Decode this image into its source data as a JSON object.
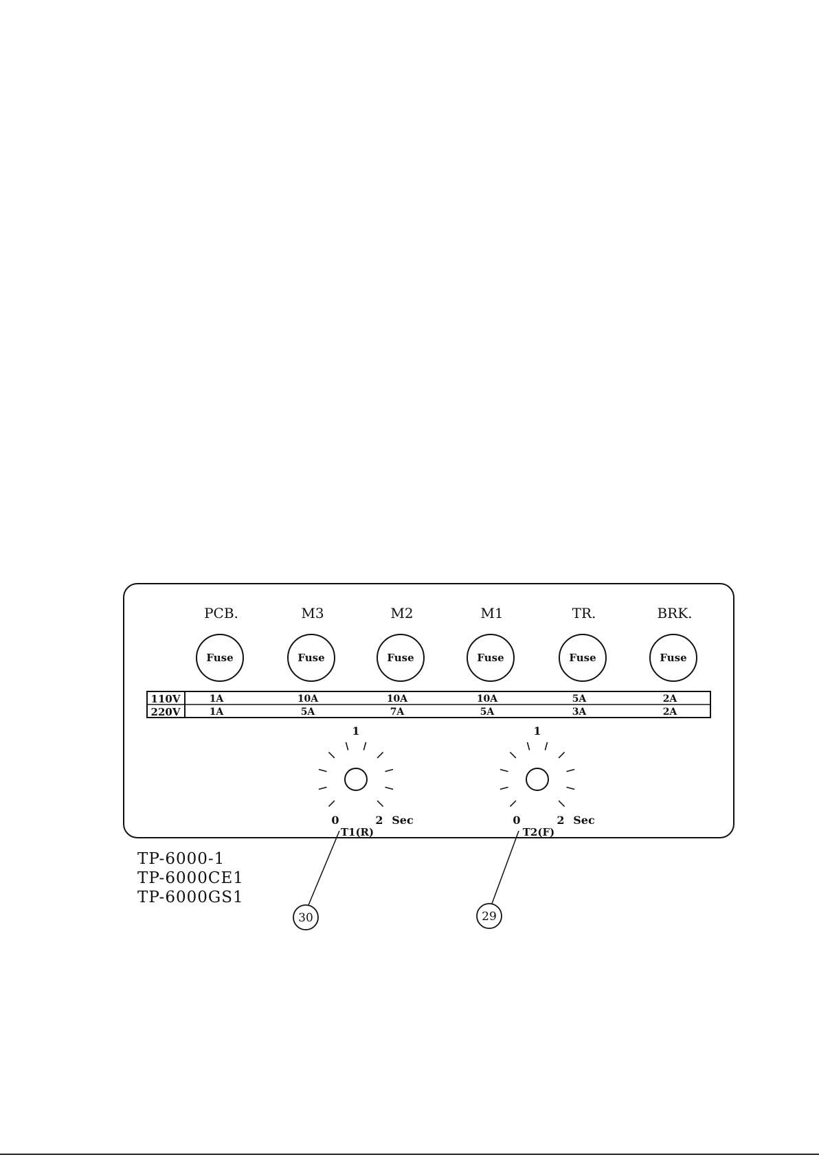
{
  "fuses": [
    {
      "name": "PCB.",
      "label": "Fuse",
      "v110": "1A",
      "v220": "1A"
    },
    {
      "name": "M3",
      "label": "Fuse",
      "v110": "10A",
      "v220": "5A"
    },
    {
      "name": "M2",
      "label": "Fuse",
      "v110": "10A",
      "v220": "7A"
    },
    {
      "name": "M1",
      "label": "Fuse",
      "v110": "10A",
      "v220": "5A"
    },
    {
      "name": "TR.",
      "label": "Fuse",
      "v110": "5A",
      "v220": "3A"
    },
    {
      "name": "BRK.",
      "label": "Fuse",
      "v110": "2A",
      "v220": "2A"
    }
  ],
  "voltages": {
    "v110": "110V",
    "v220": "220V"
  },
  "dials": [
    {
      "name": "T1(R)",
      "min": "0",
      "mid": "1",
      "max": "2",
      "unit": "Sec",
      "callout": "30"
    },
    {
      "name": "T2(F)",
      "min": "0",
      "mid": "1",
      "max": "2",
      "unit": "Sec",
      "callout": "29"
    }
  ],
  "models": [
    "TP-6000-1",
    "TP-6000CE1",
    "TP-6000GS1"
  ]
}
